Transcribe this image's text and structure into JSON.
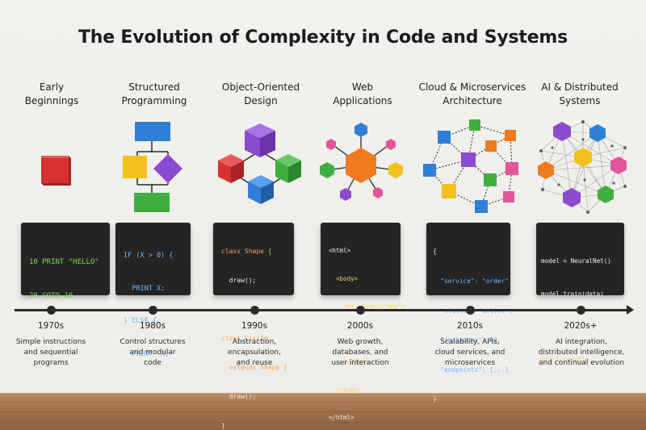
{
  "title": "The Evolution of Complexity in Code and Systems",
  "eras": [
    {
      "title_lines": [
        "Early",
        "Beginnings"
      ],
      "code_lines": [
        "10 PRINT \"HELLO\"",
        "20 GOTO 10"
      ],
      "year": "1970s",
      "desc_lines": [
        "Simple instructions",
        "and sequential",
        "programs"
      ]
    },
    {
      "title_lines": [
        "Structured",
        "Programming"
      ],
      "code_lines": [
        "IF (X > 0) {",
        "  PRINT X;",
        "} ELSE {",
        "  PRINT -X;",
        "}"
      ],
      "year": "1980s",
      "desc_lines": [
        "Control structures",
        "and modular",
        "code"
      ]
    },
    {
      "title_lines": [
        "Object-Oriented",
        "Design"
      ],
      "code_lines": [
        "class Shape {",
        "  draw();",
        "}",
        "class Circle",
        "  extends Shape {",
        "  draw();",
        "}"
      ],
      "year": "1990s",
      "desc_lines": [
        "Abstraction,",
        "encapsulation,",
        "and reuse"
      ]
    },
    {
      "title_lines": [
        "Web",
        "Applications"
      ],
      "code_lines": [
        "<html>",
        "  <body>",
        "    <div class=\"app\">",
        "      <h1>Hello</h1>",
        "    </div>",
        "  </body>",
        "</html>"
      ],
      "year": "2000s",
      "desc_lines": [
        "Web growth,",
        "databases, and",
        "user interaction"
      ]
    },
    {
      "title_lines": [
        "Cloud & Microservices",
        "Architecture"
      ],
      "code_lines": [
        "{",
        "  \"service\": \"order\",",
        "  \"status\": \"active\",",
        "  \"instances\": 12,",
        "  \"endpoints\": [...]",
        "}"
      ],
      "year": "2010s",
      "desc_lines": [
        "Scalability, APIs,",
        "cloud services, and",
        "microservices"
      ]
    },
    {
      "title_lines": [
        "AI & Distributed",
        "Systems"
      ],
      "code_lines": [
        "model = NeuralNet()",
        "model.train(data)",
        "result = model.predict(x)",
        "print(result)"
      ],
      "year": "2020s+",
      "desc_lines": [
        "AI integration,",
        "distributed intelligence,",
        "and continual evolution"
      ]
    }
  ],
  "colors": {
    "red": "#d63232",
    "blue": "#2f7fd6",
    "green": "#3fae3f",
    "yellow": "#f2c11d",
    "purple": "#8a4bd1",
    "orange": "#f07a1e",
    "pink": "#e2559a",
    "card_bg": "#242424",
    "timeline": "#2a2a2a"
  },
  "icons": [
    "red-block-icon",
    "flowchart-icon",
    "object-hierarchy-icon",
    "web-hub-icon",
    "microservice-network-icon",
    "ai-mesh-icon"
  ]
}
